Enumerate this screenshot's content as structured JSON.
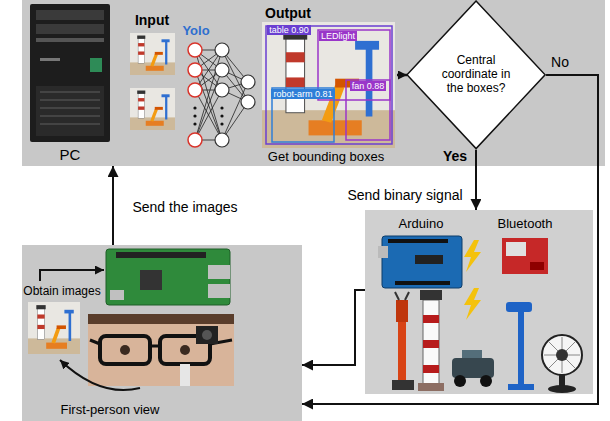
{
  "diagram": {
    "nodes": [
      {
        "text": [
          "PC"
        ]
      },
      {
        "text": [
          "Central coordinate in the boxes?"
        ],
        "in": 0
      },
      {
        "text": [
          "Arduino",
          "Bluetooth"
        ]
      },
      {
        "text": [
          "Obtain images",
          "First-person view"
        ]
      }
    ],
    "edges": [
      {
        "from": 1,
        "to": 2,
        "arrow": "to",
        "label": "Send binary signal"
      },
      {
        "from": 1,
        "to": 3,
        "arrow": "to"
      },
      {
        "from": 2,
        "to": 3,
        "arrow": "to"
      },
      {
        "from": 3,
        "to": 0,
        "arrow": "to",
        "label": "Send the images"
      }
    ],
    "labels": [
      "Input",
      "Yolo",
      "Output",
      "table 0.90",
      "LEDlight",
      "fan 0.88",
      "robot-arm 0.81",
      "Get bounding boxes",
      "No",
      "Yes"
    ]
  }
}
